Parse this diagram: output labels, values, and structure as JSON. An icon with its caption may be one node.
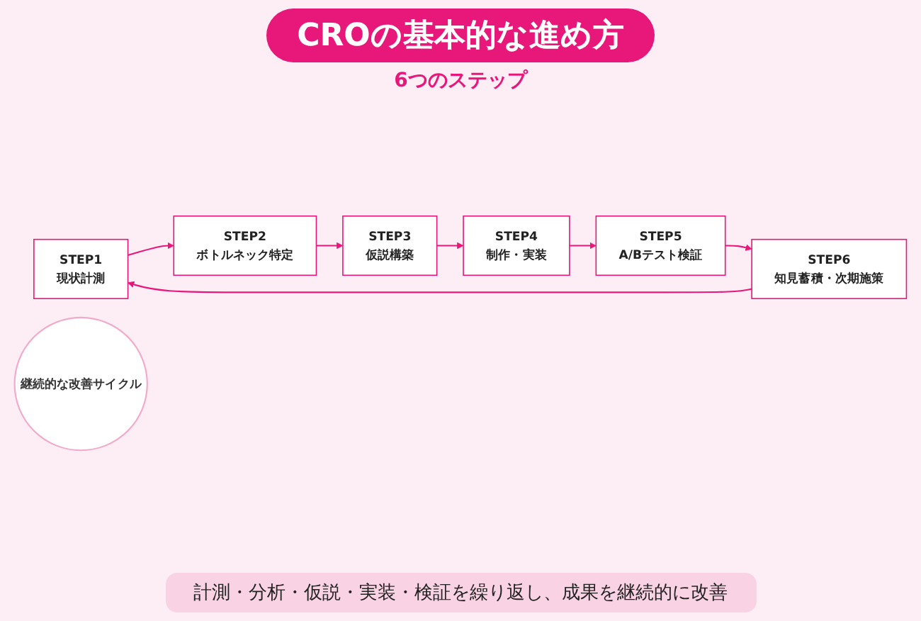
{
  "diagram": {
    "title": "CROの基本的な進め方",
    "nodes": [
      {
        "text": [
          "STEP1",
          "現状計測"
        ]
      },
      {
        "text": [
          "STEP2",
          "ボトルネック特定"
        ]
      },
      {
        "text": [
          "STEP3",
          "仮説構築"
        ]
      },
      {
        "text": [
          "STEP4",
          "制作・実装"
        ]
      },
      {
        "text": [
          "STEP5",
          "A/Bテスト検証"
        ]
      },
      {
        "text": [
          "STEP6",
          "知見蓄積・次期施策"
        ]
      },
      {
        "text": [
          "継続的な改善サイクル"
        ]
      }
    ],
    "edges": [
      {
        "from": 0,
        "to": 1,
        "arrow": "to"
      },
      {
        "from": 1,
        "to": 2,
        "arrow": "to"
      },
      {
        "from": 2,
        "to": 3,
        "arrow": "to"
      },
      {
        "from": 3,
        "to": 4,
        "arrow": "to"
      },
      {
        "from": 4,
        "to": 5,
        "arrow": "to"
      },
      {
        "from": 5,
        "to": 0,
        "arrow": "to"
      }
    ],
    "labels": [
      "6つのステップ"
    ],
    "caption": "計測・分析・仮説・実装・検証を繰り返し、成果を継続的に改善"
  }
}
